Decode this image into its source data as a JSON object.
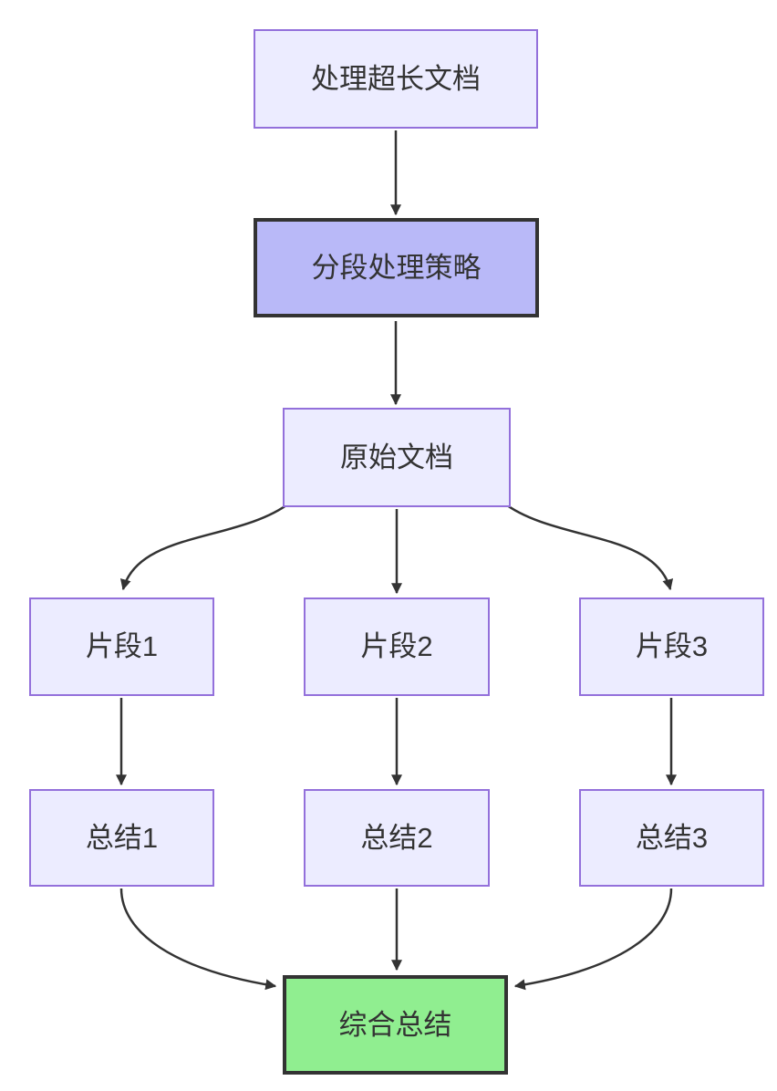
{
  "diagram": {
    "type": "flowchart",
    "direction": "top-down",
    "nodes": [
      {
        "id": "start",
        "label": "处理超长文档",
        "style": "default"
      },
      {
        "id": "strategy",
        "label": "分段处理策略",
        "style": "highlight"
      },
      {
        "id": "doc",
        "label": "原始文档",
        "style": "default"
      },
      {
        "id": "frag1",
        "label": "片段1",
        "style": "default"
      },
      {
        "id": "frag2",
        "label": "片段2",
        "style": "default"
      },
      {
        "id": "frag3",
        "label": "片段3",
        "style": "default"
      },
      {
        "id": "sum1",
        "label": "总结1",
        "style": "default"
      },
      {
        "id": "sum2",
        "label": "总结2",
        "style": "default"
      },
      {
        "id": "sum3",
        "label": "总结3",
        "style": "default"
      },
      {
        "id": "final",
        "label": "综合总结",
        "style": "success"
      }
    ],
    "edges": [
      {
        "from": "start",
        "to": "strategy"
      },
      {
        "from": "strategy",
        "to": "doc"
      },
      {
        "from": "doc",
        "to": "frag1"
      },
      {
        "from": "doc",
        "to": "frag2"
      },
      {
        "from": "doc",
        "to": "frag3"
      },
      {
        "from": "frag1",
        "to": "sum1"
      },
      {
        "from": "frag2",
        "to": "sum2"
      },
      {
        "from": "frag3",
        "to": "sum3"
      },
      {
        "from": "sum1",
        "to": "final"
      },
      {
        "from": "sum2",
        "to": "final"
      },
      {
        "from": "sum3",
        "to": "final"
      }
    ],
    "colors": {
      "background": "#ffffff",
      "node_fill": "#ECECFF",
      "node_border": "#9370DB",
      "highlight_fill": "#b9b9f8",
      "highlight_border": "#333333",
      "success_fill": "#90EE90",
      "success_border": "#333333",
      "edge": "#333333",
      "text": "#333333"
    }
  }
}
